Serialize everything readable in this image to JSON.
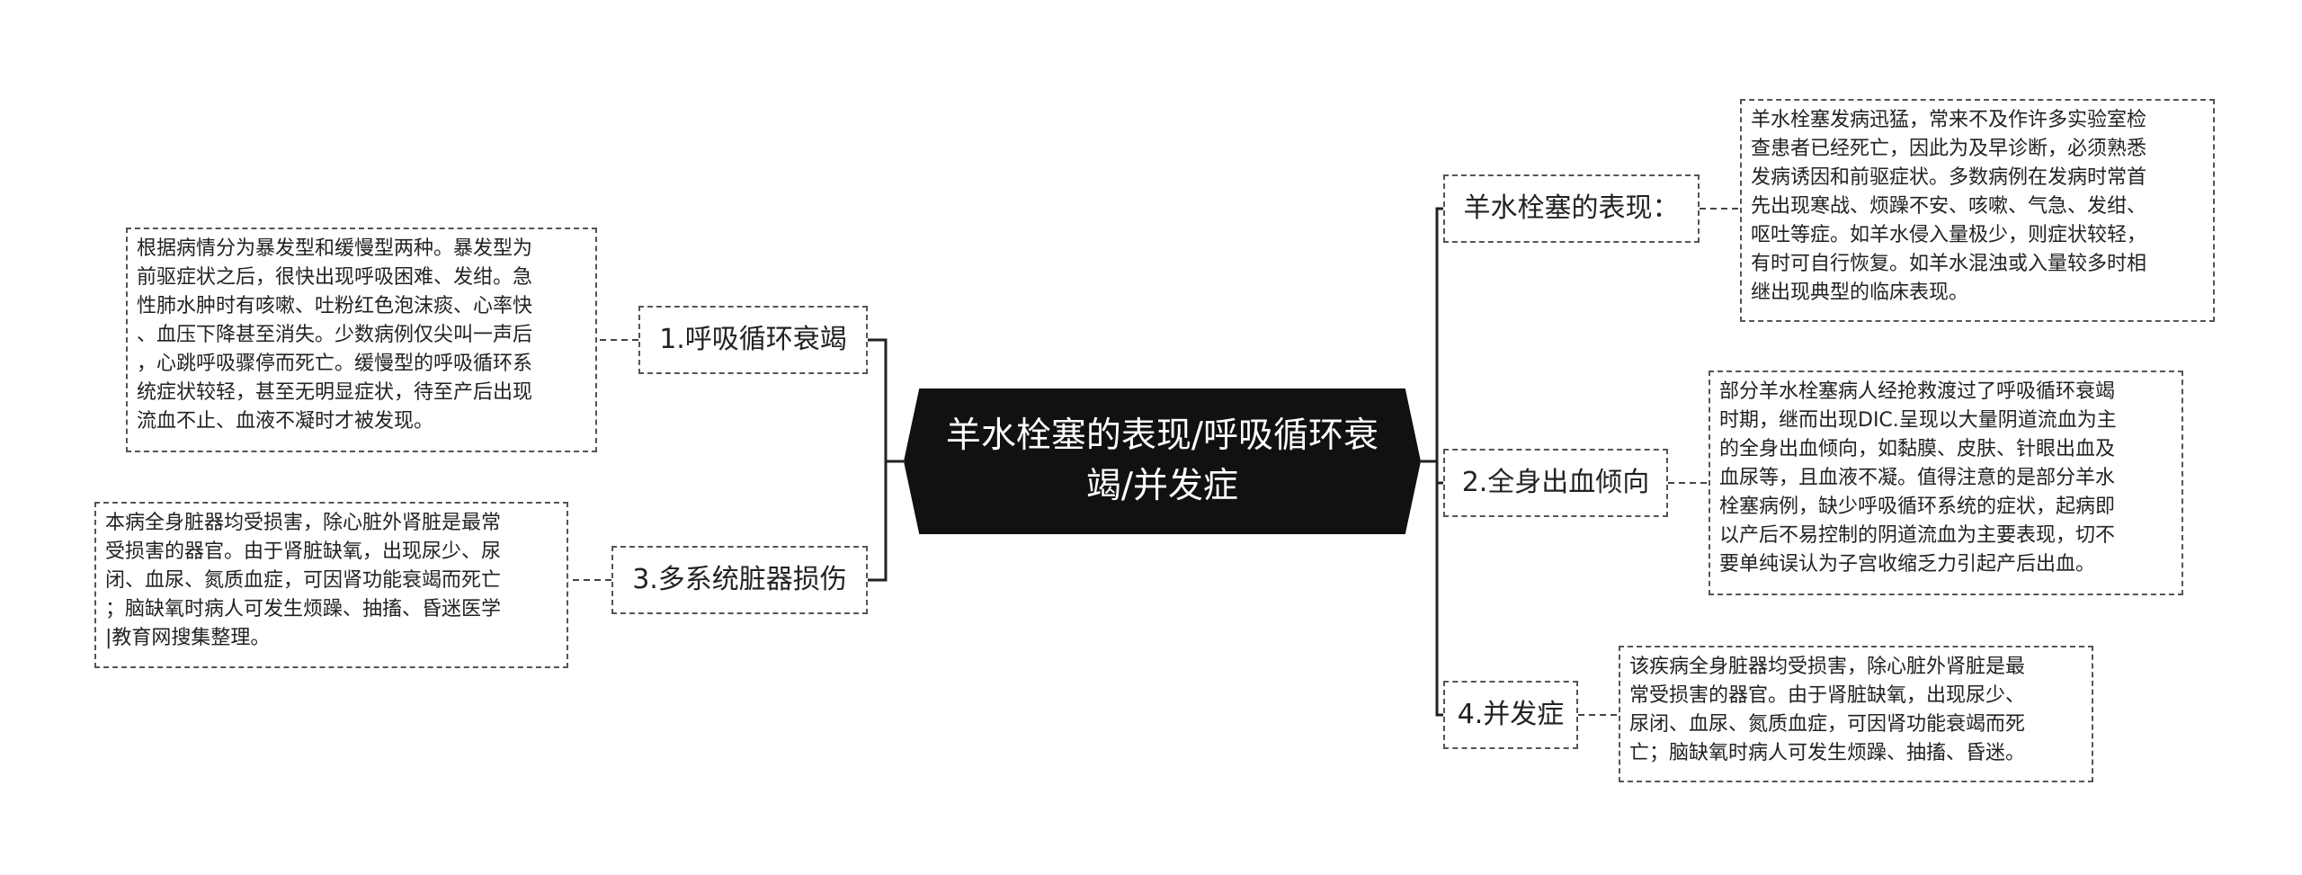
{
  "center": {
    "title": "羊水栓塞的表现/呼吸循环衰竭/并发症"
  },
  "branches": {
    "b1": {
      "label": "1.呼吸循环衰竭",
      "note": "根据病情分为暴发型和缓慢型两种。暴发型为\n前驱症状之后，很快出现呼吸困难、发绀。急\n性肺水肿时有咳嗽、吐粉红色泡沫痰、心率快\n、血压下降甚至消失。少数病例仅尖叫一声后\n，心跳呼吸骤停而死亡。缓慢型的呼吸循环系\n统症状较轻，甚至无明显症状，待至产后出现\n流血不止、血液不凝时才被发现。"
    },
    "b3": {
      "label": "3.多系统脏器损伤",
      "note": "本病全身脏器均受损害，除心脏外肾脏是最常\n受损害的器官。由于肾脏缺氧，出现尿少、尿\n闭、血尿、氮质血症，可因肾功能衰竭而死亡\n；脑缺氧时病人可发生烦躁、抽搐、昏迷医学\n|教育网搜集整理。"
    },
    "b0": {
      "label": "羊水栓塞的表现：",
      "note": "羊水栓塞发病迅猛，常来不及作许多实验室检\n查患者已经死亡，因此为及早诊断，必须熟悉\n发病诱因和前驱症状。多数病例在发病时常首\n先出现寒战、烦躁不安、咳嗽、气急、发绀、\n呕吐等症。如羊水侵入量极少，则症状较轻，\n有时可自行恢复。如羊水混浊或入量较多时相\n继出现典型的临床表现。"
    },
    "b2": {
      "label": "2.全身出血倾向",
      "note": "部分羊水栓塞病人经抢救渡过了呼吸循环衰竭\n时期，继而出现DIC.呈现以大量阴道流血为主\n的全身出血倾向，如黏膜、皮肤、针眼出血及\n血尿等，且血液不凝。值得注意的是部分羊水\n栓塞病例，缺少呼吸循环系统的症状，起病即\n以产后不易控制的阴道流血为主要表现，切不\n要单纯误认为子宫收缩乏力引起产后出血。"
    },
    "b4": {
      "label": "4.并发症",
      "note": "该疾病全身脏器均受损害，除心脏外肾脏是最\n常受损害的器官。由于肾脏缺氧，出现尿少、\n尿闭、血尿、氮质血症，可因肾功能衰竭而死\n亡；脑缺氧时病人可发生烦躁、抽搐、昏迷。"
    }
  }
}
